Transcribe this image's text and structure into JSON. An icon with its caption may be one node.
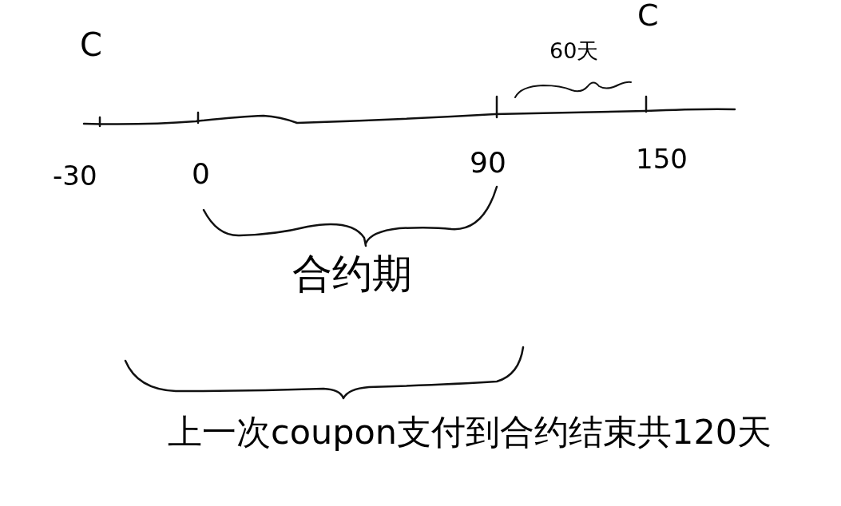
{
  "diagram": {
    "labels": [
      "C",
      "60天",
      "C",
      "-30",
      "0",
      "90",
      "150",
      "合约期",
      "上一次coupon支付到合约结束共120天"
    ]
  }
}
